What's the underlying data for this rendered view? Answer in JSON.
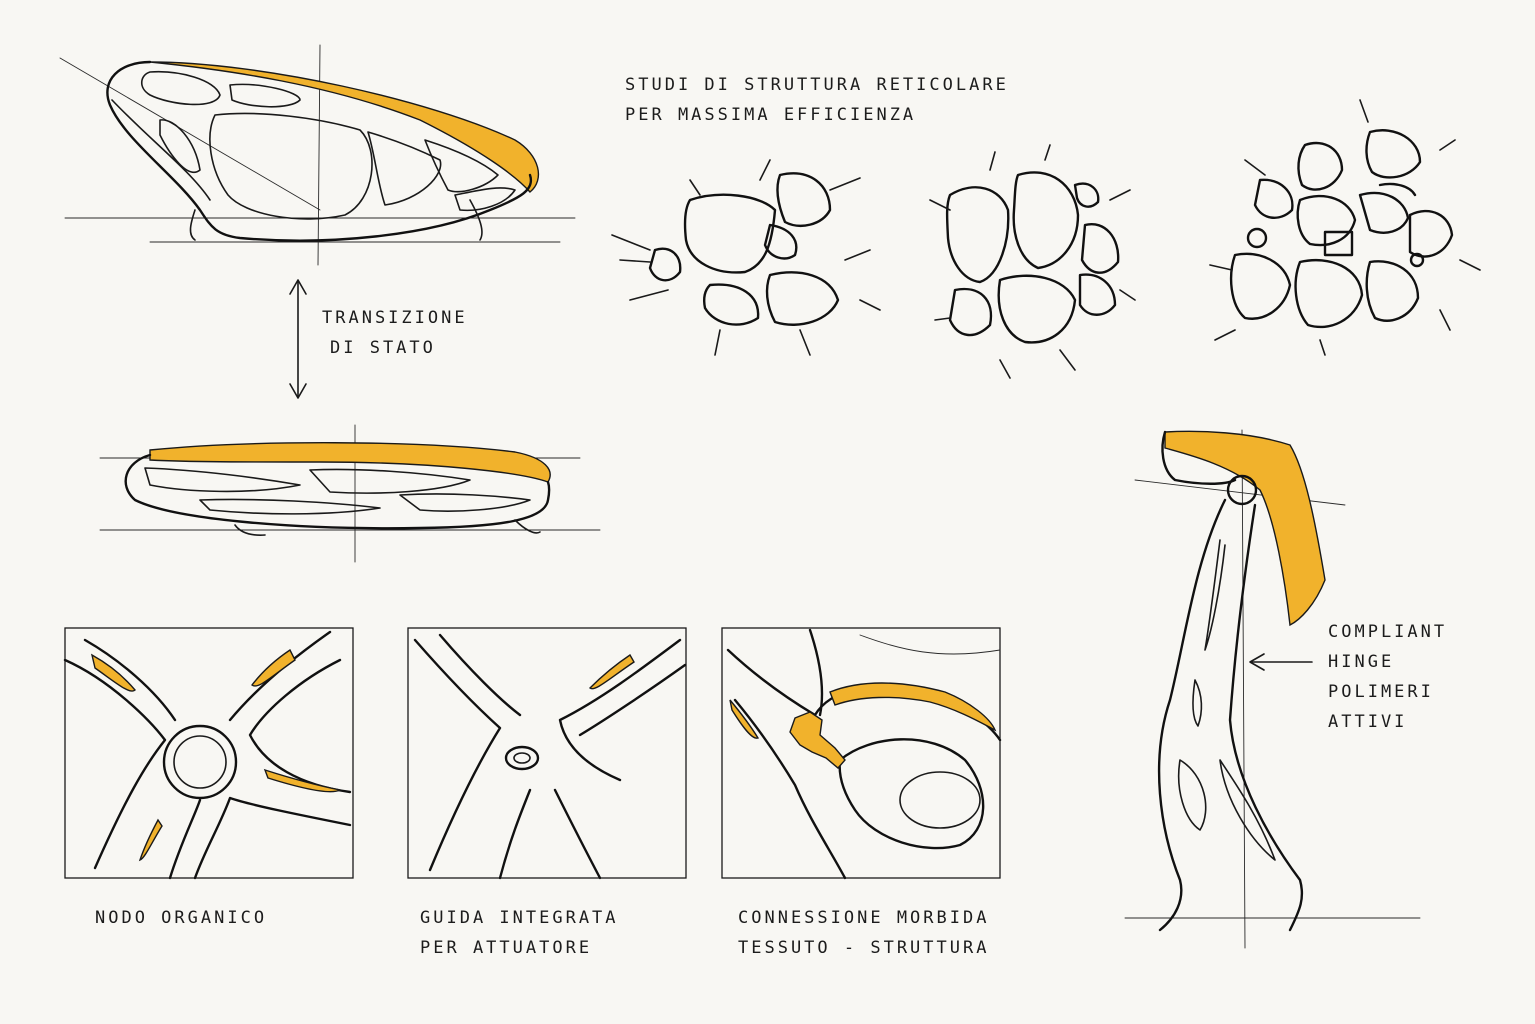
{
  "lattice_title": {
    "line1": "Studi di struttura reticolare",
    "line2": "per massima efficienza"
  },
  "transition": {
    "line1": "Transizione",
    "line2": "di stato"
  },
  "details": [
    {
      "line1": "Nodo organico",
      "line2": ""
    },
    {
      "line1": "Guida integrata",
      "line2": "per attuatore"
    },
    {
      "line1": "Connessione morbida",
      "line2": "tessuto - struttura"
    }
  ],
  "hinge": {
    "line1": "Compliant",
    "line2": "hinge",
    "line3": "Polimeri",
    "line4": "attivi"
  },
  "colors": {
    "accent": "#f1b22c",
    "ink": "#1a1a1a",
    "paper": "#f8f7f3"
  }
}
